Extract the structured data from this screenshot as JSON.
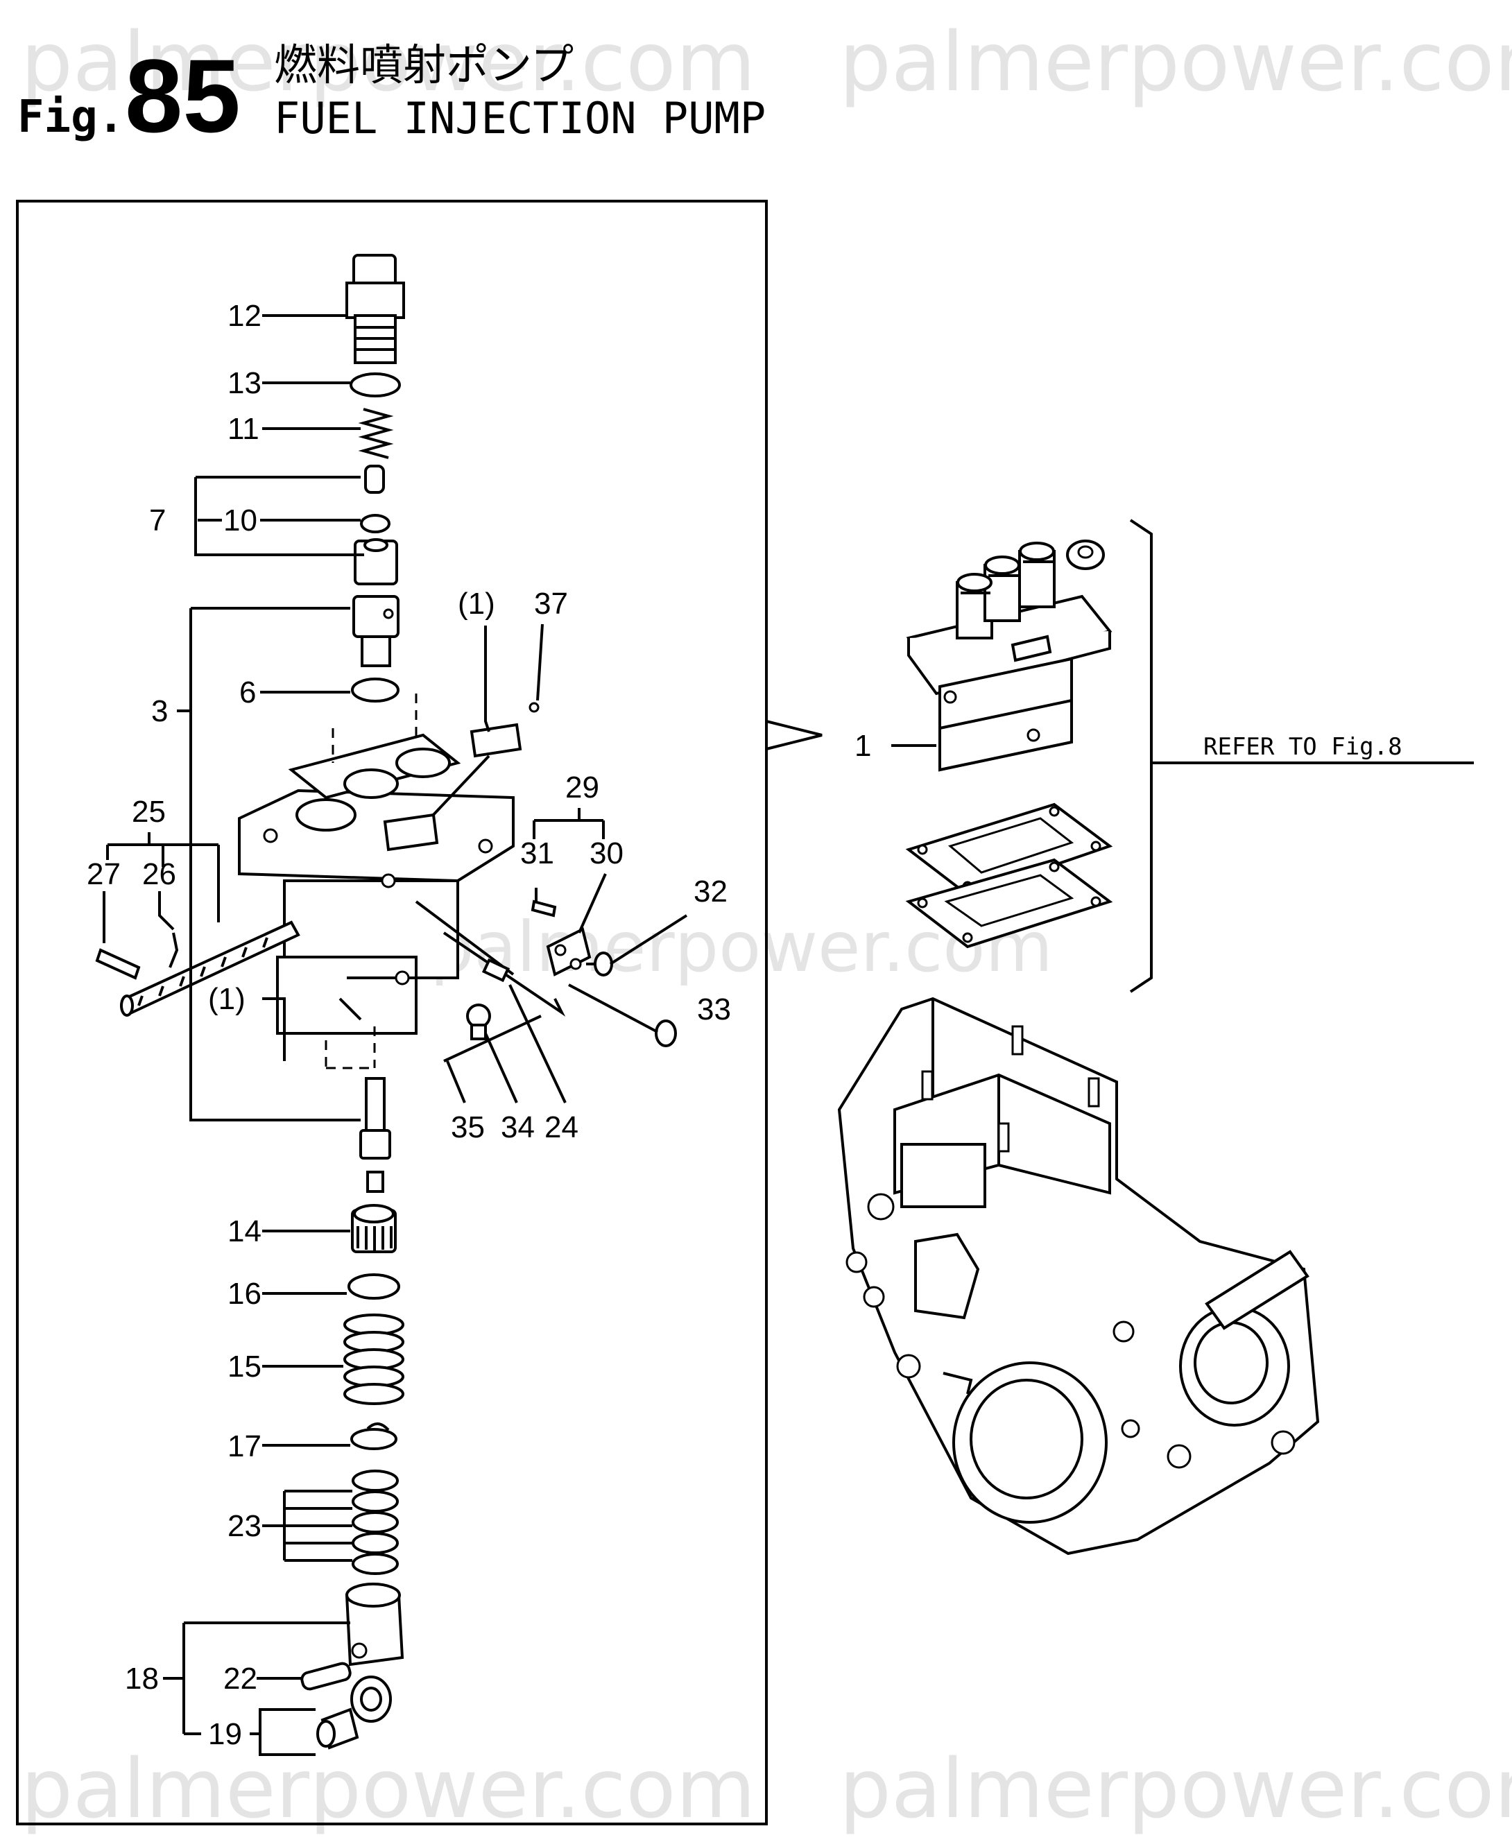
{
  "watermarks": [
    "palmerpower.com",
    "palmerpower.com",
    "palmerpower.com",
    "palmerpower.com",
    "palmerpower.com"
  ],
  "header": {
    "fig_prefix": "Fig.",
    "fig_number": "85",
    "title_jp": "燃料噴射ポンプ",
    "title_en": "FUEL INJECTION PUMP"
  },
  "refer_note": "REFER TO Fig.8",
  "callouts": {
    "p1": "1",
    "p3": "3",
    "p6": "6",
    "p7": "7",
    "p10": "10",
    "p11": "11",
    "p12": "12",
    "p13": "13",
    "p14": "14",
    "p15": "15",
    "p16": "16",
    "p17": "17",
    "p18": "18",
    "p19": "19",
    "p22": "22",
    "p23": "23",
    "p24": "24",
    "p25": "25",
    "p26": "26",
    "p27": "27",
    "p29": "29",
    "p30": "30",
    "p31": "31",
    "p32": "32",
    "p33": "33",
    "p34": "34",
    "p35": "35",
    "p37": "37",
    "ref1a": "(1)",
    "ref1b": "(1)"
  }
}
